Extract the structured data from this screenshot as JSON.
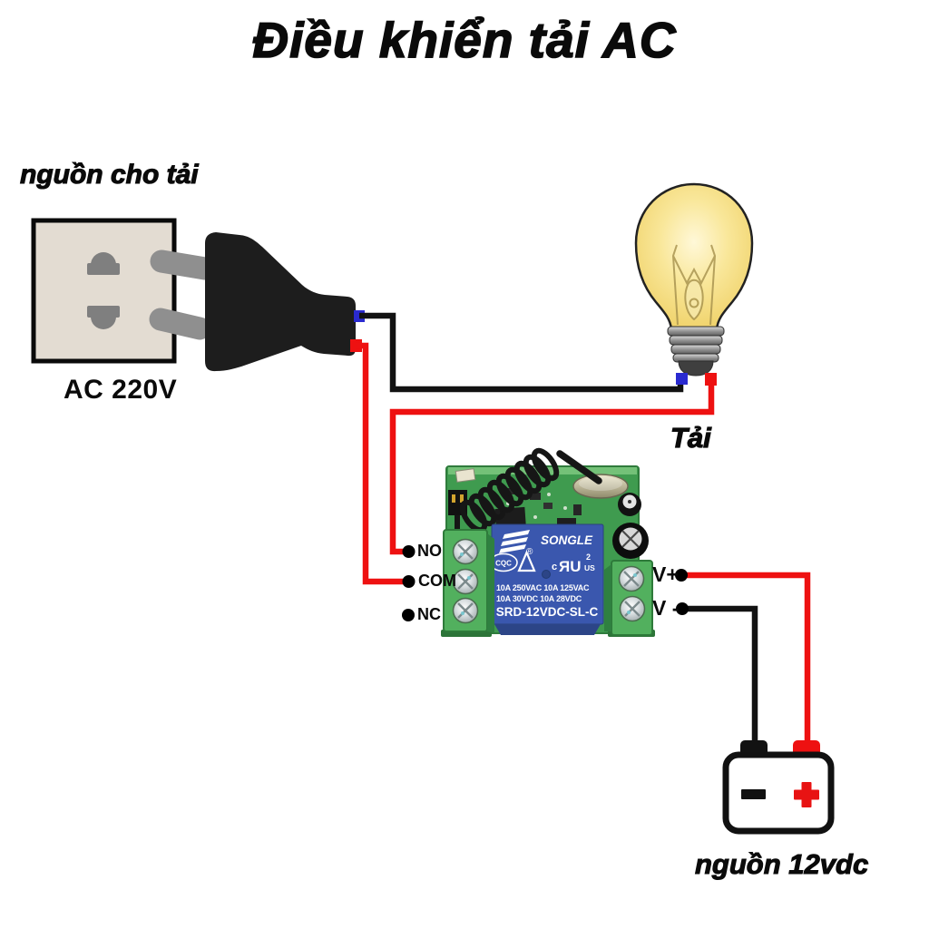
{
  "title": "Điều khiển tải AC",
  "source_label": "nguồn cho tải",
  "socket": {
    "voltage": "AC 220V"
  },
  "load": {
    "label": "Tải"
  },
  "battery": {
    "label": "nguồn 12vdc",
    "minus": "−",
    "plus": "+"
  },
  "relay_module": {
    "terminals_left": [
      "NO",
      "COM",
      "NC"
    ],
    "terminals_right": [
      "V+",
      "V -"
    ],
    "relay": {
      "brand": "SONGLE",
      "registered_mark": "®",
      "cqc_mark": "CQC",
      "ul_prefix": "c",
      "ul_mark": "ЯU",
      "ul_sup": "2",
      "ul_sub": "US",
      "rating_line1": "10A 250VAC  10A 125VAC",
      "rating_line2": "10A  30VDC   10A  28VDC",
      "model": "SRD-12VDC-SL-C"
    }
  },
  "colors": {
    "wire_red": "#ee1111",
    "wire_black": "#121212",
    "pcb_green": "#3f9b4f",
    "terminal_green": "#52b05e",
    "relay_blue": "#3a57ae",
    "bulb_yellow": "#f2d46a",
    "connector_blue": "#2a2ad0"
  }
}
